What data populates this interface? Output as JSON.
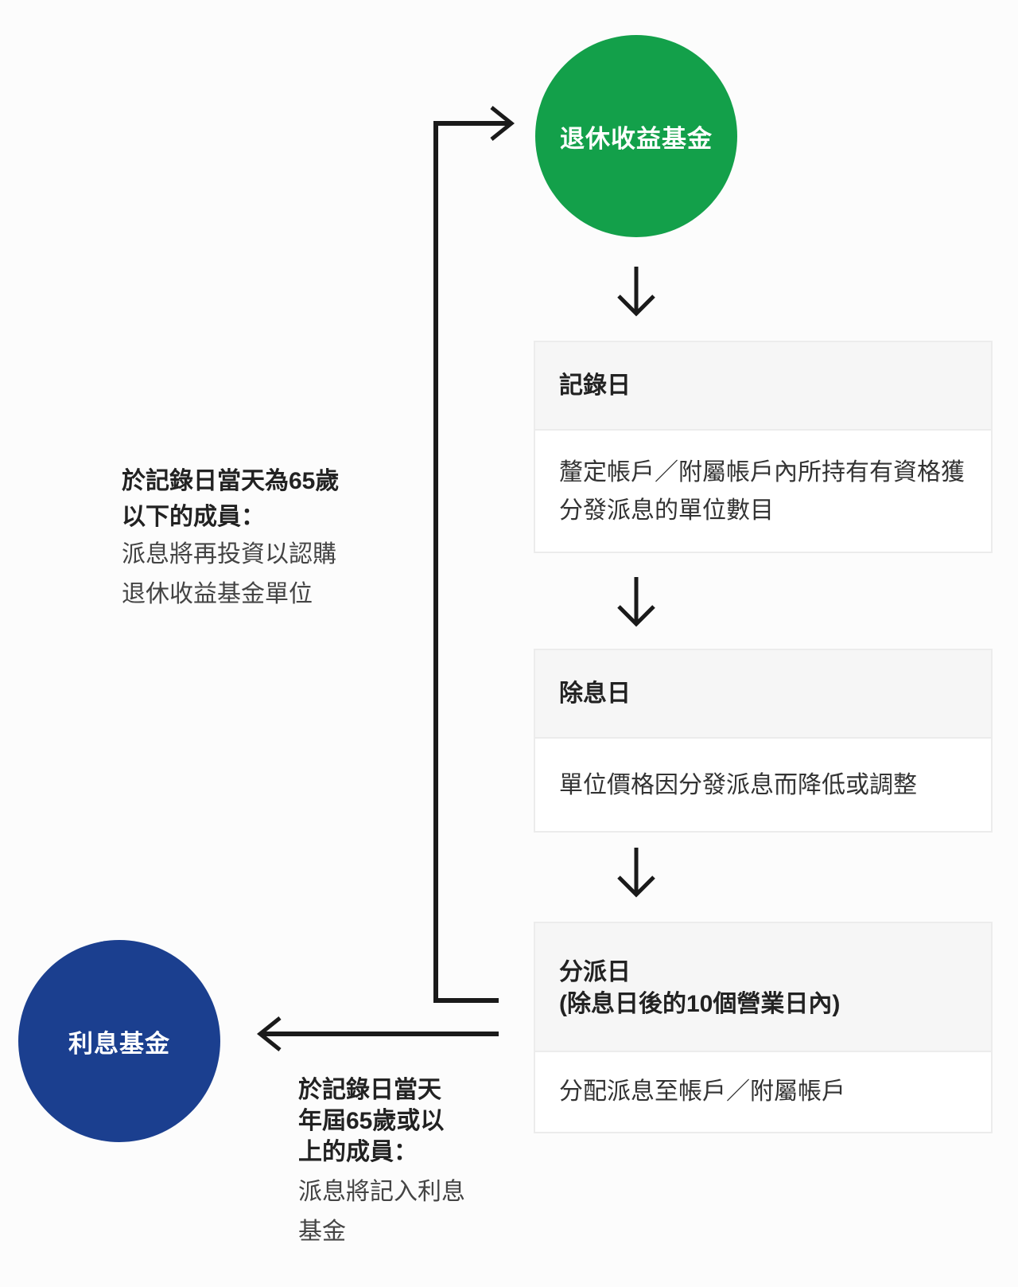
{
  "nodes": {
    "retirement_fund": {
      "label": "退休收益基金",
      "color": "#13a04a"
    },
    "interest_fund": {
      "label": "利息基金",
      "color": "#1b3f8f"
    }
  },
  "steps": [
    {
      "title": "記錄日",
      "subtitle": "",
      "body": "釐定帳戶／附屬帳戶內所持有有資格獲分發派息的單位數目"
    },
    {
      "title": "除息日",
      "subtitle": "",
      "body": "單位價格因分發派息而降低或調整"
    },
    {
      "title": "分派日",
      "subtitle": "(除息日後的10個營業日內)",
      "body": "分配派息至帳戶／附屬帳戶"
    }
  ],
  "notes": {
    "under65": {
      "heading_line1": "於記錄日當天為65歲",
      "heading_line2": "以下的成員：",
      "text_line1": "派息將再投資以認購",
      "text_line2": "退休收益基金單位"
    },
    "over65": {
      "heading_line1": "於記錄日當天",
      "heading_line2": "年屆65歲或以",
      "heading_line3": "上的成員：",
      "text_line1": "派息將記入利息",
      "text_line2": "基金"
    }
  }
}
